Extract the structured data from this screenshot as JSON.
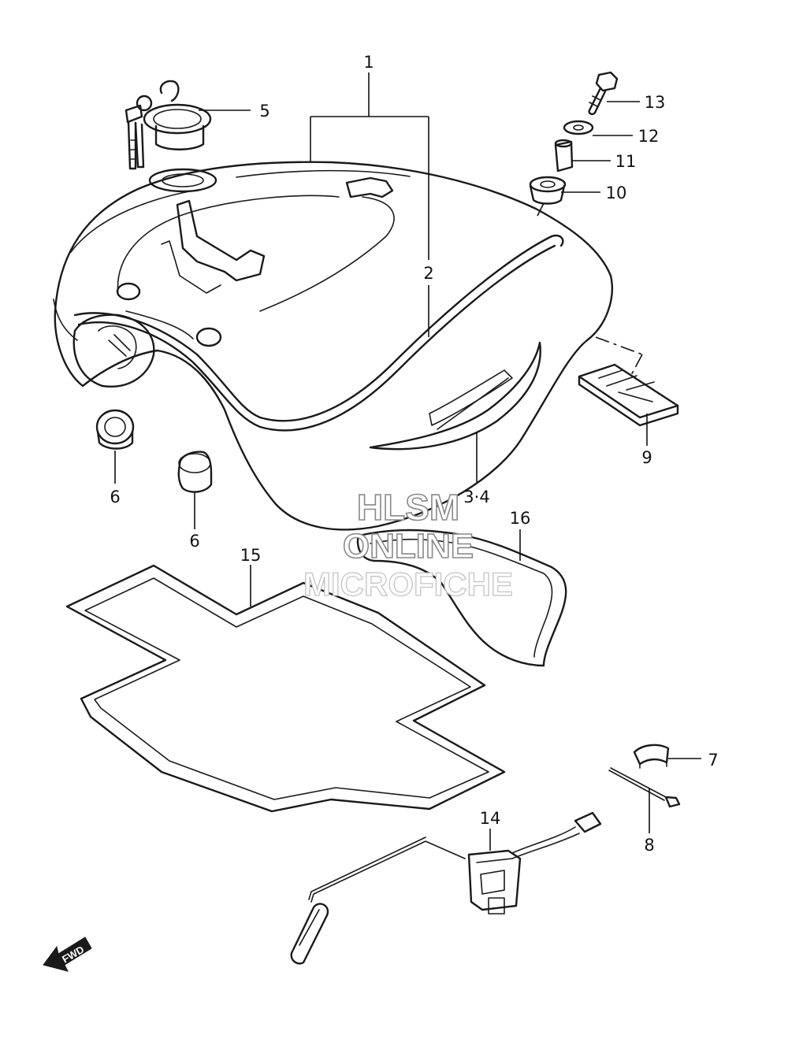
{
  "callouts": [
    {
      "id": "c1",
      "label": "1"
    },
    {
      "id": "c2",
      "label": "2"
    },
    {
      "id": "c34",
      "label": "3·4"
    },
    {
      "id": "c5",
      "label": "5"
    },
    {
      "id": "c6a",
      "label": "6"
    },
    {
      "id": "c6b",
      "label": "6"
    },
    {
      "id": "c7",
      "label": "7"
    },
    {
      "id": "c8",
      "label": "8"
    },
    {
      "id": "c9",
      "label": "9"
    },
    {
      "id": "c10",
      "label": "10"
    },
    {
      "id": "c11",
      "label": "11"
    },
    {
      "id": "c12",
      "label": "12"
    },
    {
      "id": "c13",
      "label": "13"
    },
    {
      "id": "c14",
      "label": "14"
    },
    {
      "id": "c15",
      "label": "15"
    },
    {
      "id": "c16",
      "label": "16"
    }
  ],
  "watermark": {
    "line1": "HLSM",
    "line2": "ONLINE",
    "line3": "MICROFICHE"
  },
  "direction_arrow": {
    "label": "FWD",
    "icon": "fwd-arrow-icon"
  },
  "colors": {
    "line": "#1a1a1a",
    "background": "#ffffff",
    "watermark_outline": "#8a8a8a"
  }
}
